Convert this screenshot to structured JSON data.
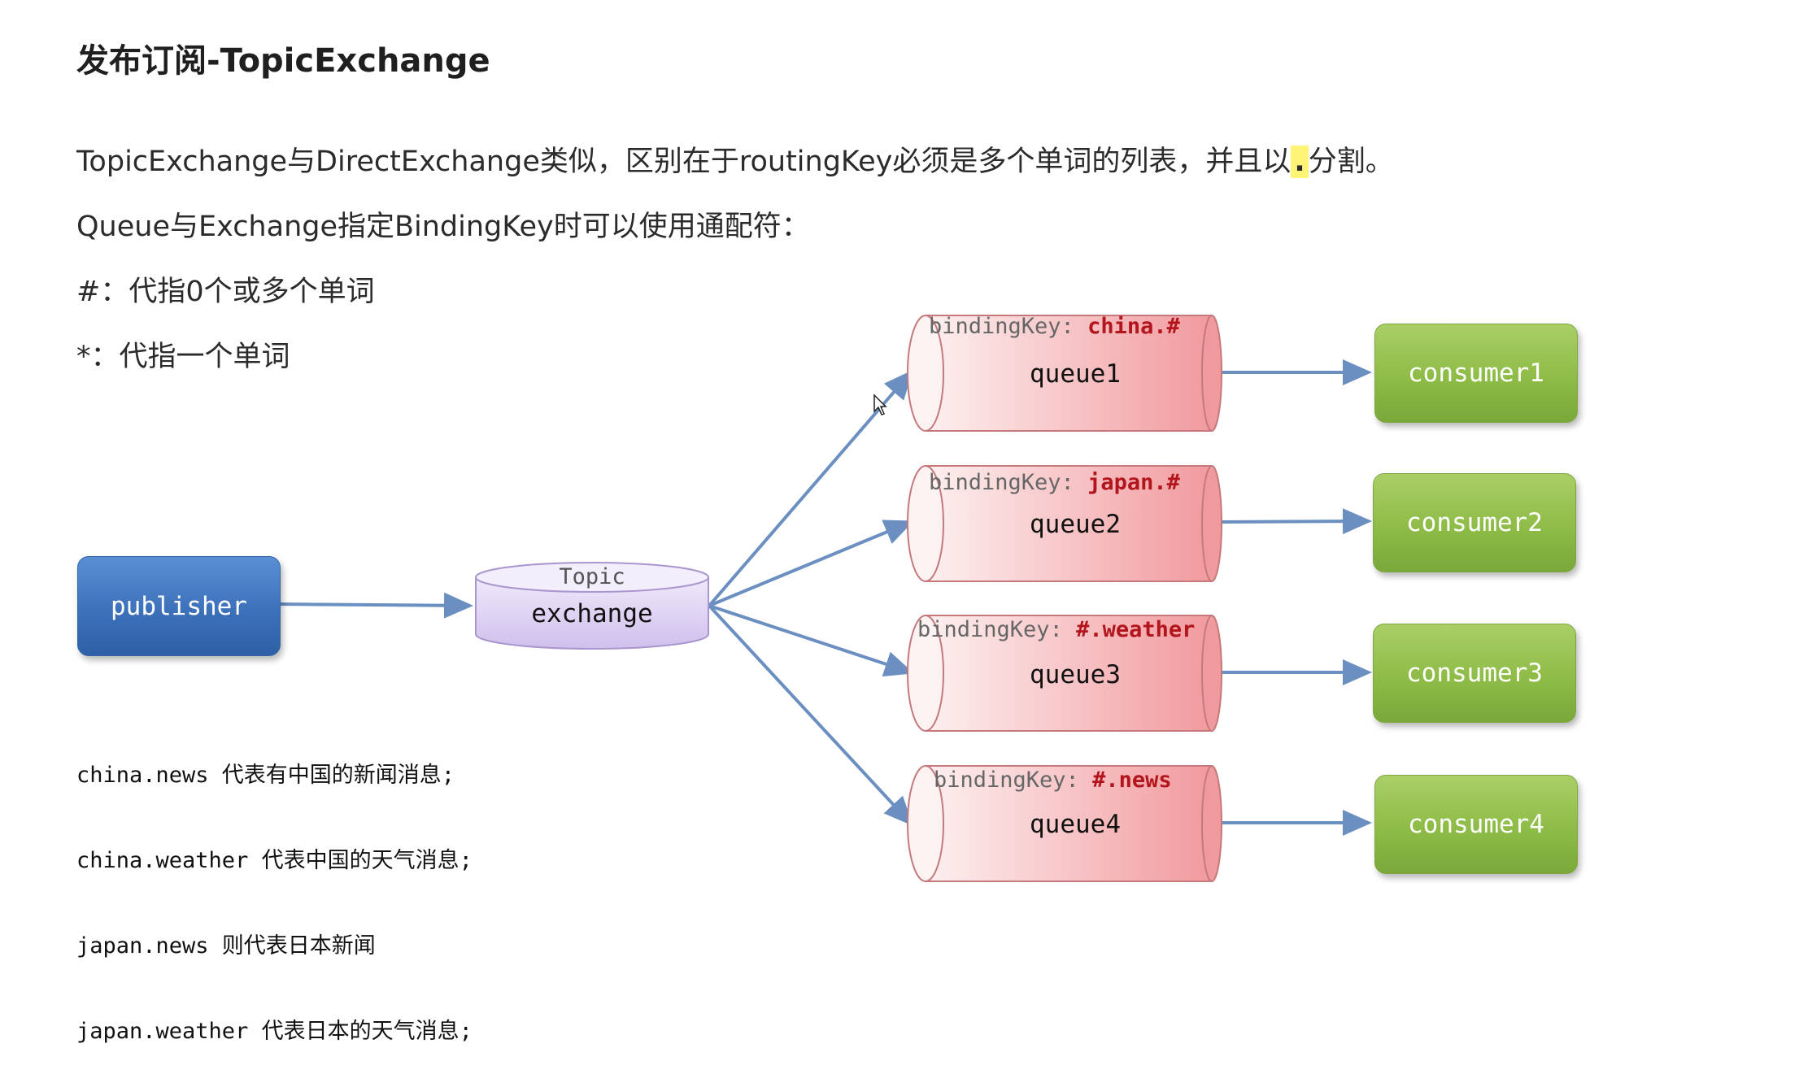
{
  "title": "发布订阅-TopicExchange",
  "paragraphs": {
    "line1_before": "TopicExchange与DirectExchange类似，区别在于routingKey必须是多个单词的列表，并且以",
    "line1_dot": ".",
    "line1_after": "分割。",
    "line2": "Queue与Exchange指定BindingKey时可以使用通配符：",
    "line3": "#：代指0个或多个单词",
    "line4": "*：代指一个单词"
  },
  "diagram": {
    "publisher": "publisher",
    "exchange": {
      "type_label": "Topic",
      "name": "exchange"
    },
    "queues": [
      {
        "name": "queue1",
        "binding_prefix": "bindingKey: ",
        "binding_key": "china.#"
      },
      {
        "name": "queue2",
        "binding_prefix": "bindingKey: ",
        "binding_key": "japan.#"
      },
      {
        "name": "queue3",
        "binding_prefix": "bindingKey: ",
        "binding_key": "#.weather"
      },
      {
        "name": "queue4",
        "binding_prefix": "bindingKey: ",
        "binding_key": "#.news"
      }
    ],
    "consumers": [
      "consumer1",
      "consumer2",
      "consumer3",
      "consumer4"
    ]
  },
  "examples": [
    "china.news 代表有中国的新闻消息;",
    "china.weather 代表中国的天气消息;",
    "japan.news 则代表日本新闻",
    "japan.weather 代表日本的天气消息;"
  ],
  "colors": {
    "publisher": "#3a6fb8",
    "consumer": "#8cba45",
    "queue": "#f2a3a6",
    "exchange": "#d9cdf0",
    "arrow": "#6a8fc0",
    "binding_key": "#b3151c"
  }
}
